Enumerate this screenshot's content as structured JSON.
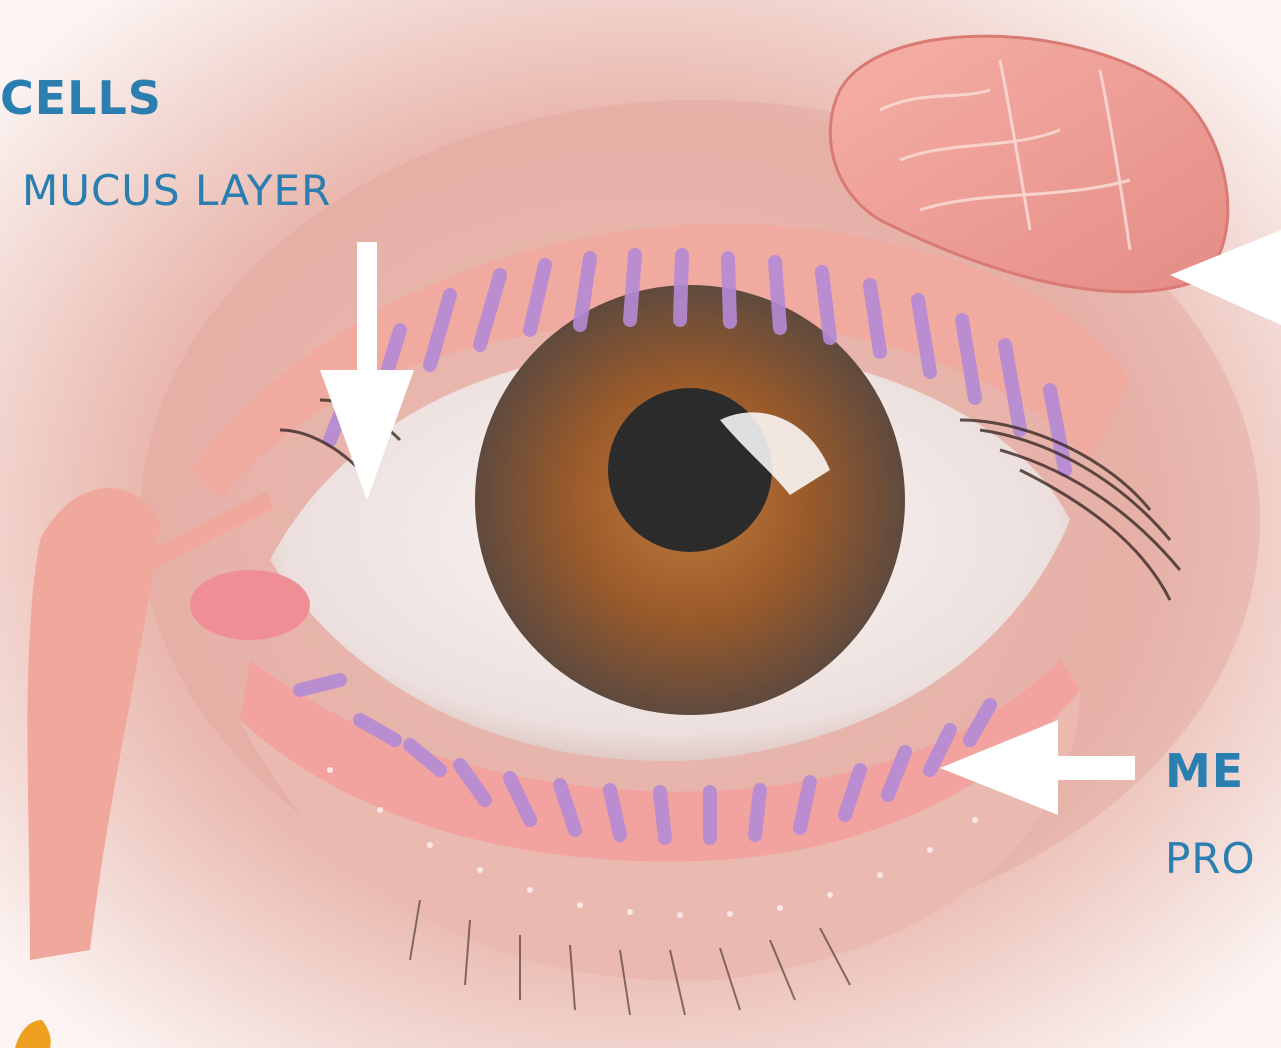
{
  "labels": {
    "goblet_title": "CELLS",
    "goblet_subtitle": "MUCUS LAYER",
    "meibomian_title": "ME",
    "meibomian_subtitle": "PRO"
  },
  "colors": {
    "label_blue": "#2a7fb0",
    "skin": "#f1c9c0",
    "lid_rim": "#f2a3a0",
    "iris": "#9a5a2a",
    "pupil": "#2b2b2b",
    "gland": "#b58ad6",
    "lacrimal_gland": "#f2a39b",
    "arrow": "#ffffff"
  }
}
